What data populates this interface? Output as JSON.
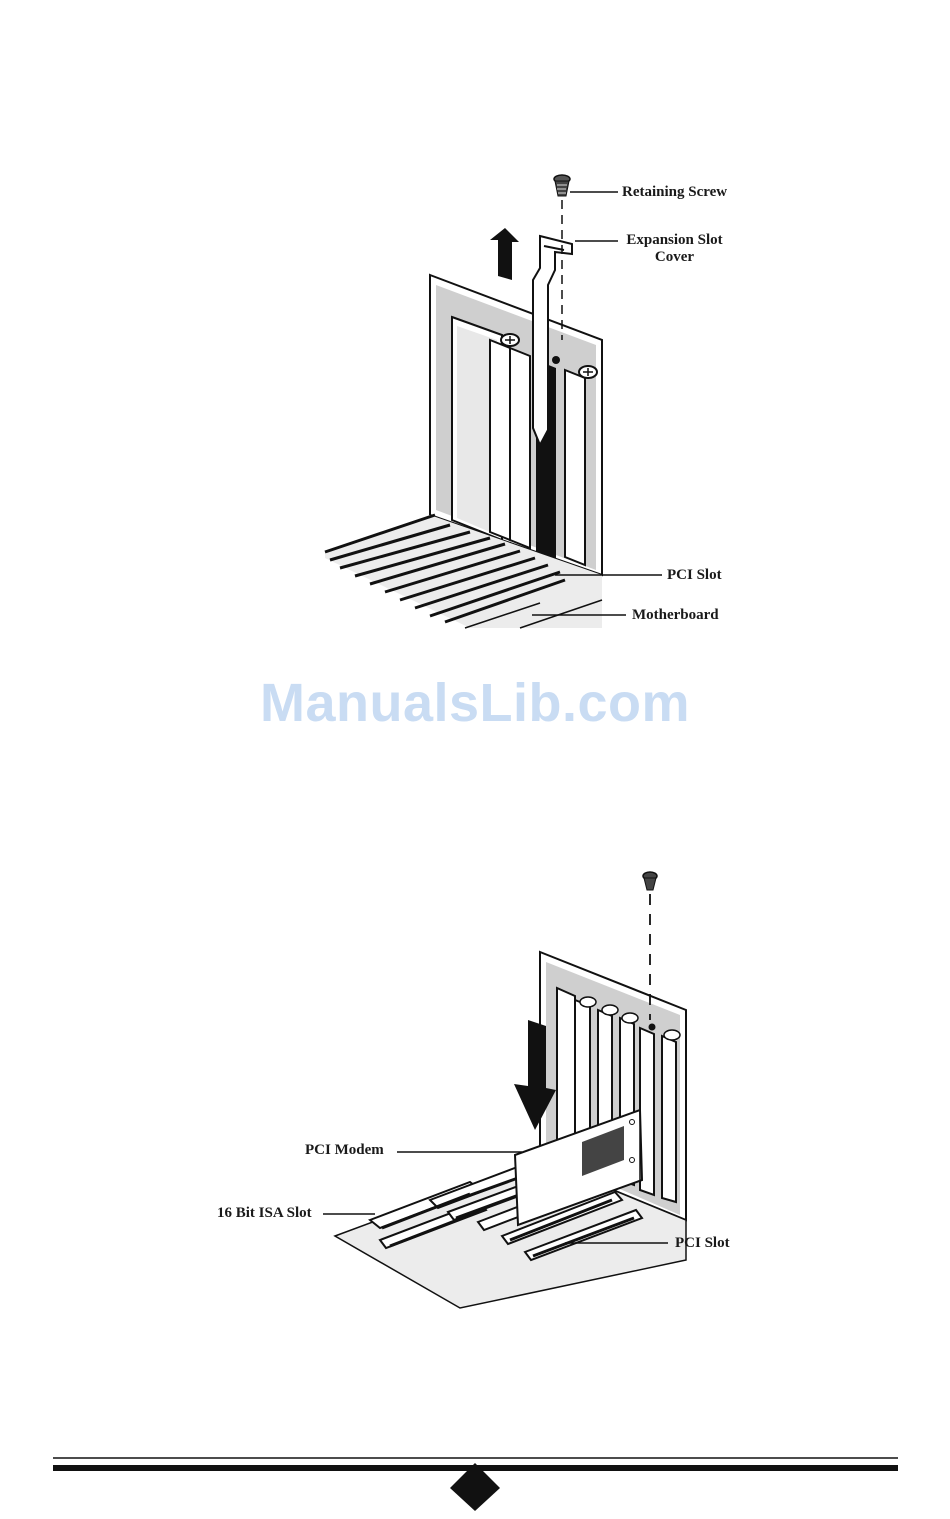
{
  "figure1": {
    "labels": {
      "retaining_screw": "Retaining Screw",
      "expansion_slot_cover_line1": "Expansion Slot",
      "expansion_slot_cover_line2": "Cover",
      "pci_slot": "PCI Slot",
      "motherboard": "Motherboard"
    },
    "icons": [
      "retaining-screw-icon",
      "up-arrow-icon",
      "expansion-slot-cover-icon"
    ]
  },
  "watermark": {
    "text": "ManualsLib.com",
    "color": "#c9dcf3"
  },
  "figure2": {
    "labels": {
      "pci_modem": "PCI Modem",
      "isa_slot": "16 Bit ISA Slot",
      "pci_slot": "PCI Slot"
    },
    "icons": [
      "screw-icon",
      "down-arrow-icon",
      "pci-modem-card-icon"
    ]
  },
  "footer": {
    "icon": "diamond-icon"
  }
}
